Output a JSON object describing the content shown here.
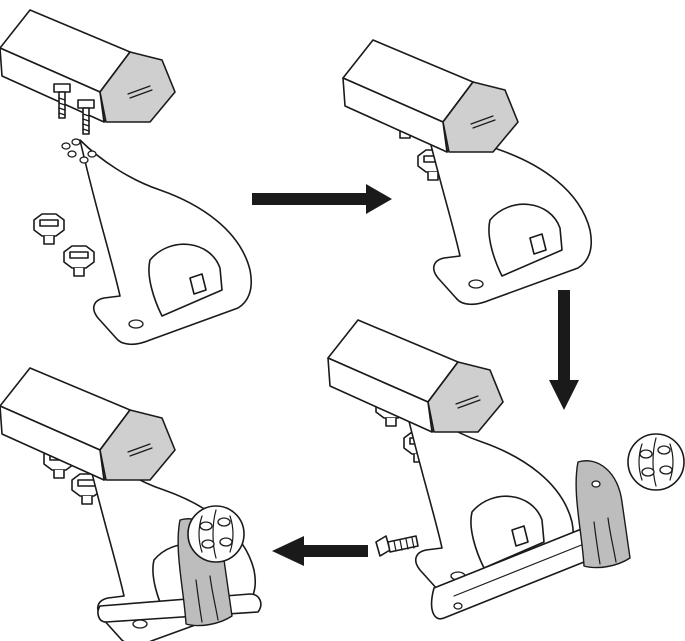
{
  "diagram": {
    "steps": [
      {
        "id": "step-1",
        "description": ""
      },
      {
        "id": "step-2",
        "description": ""
      },
      {
        "id": "step-3",
        "description": ""
      },
      {
        "id": "step-4",
        "description": ""
      }
    ],
    "colors": {
      "line": "#1a1a1a",
      "end_cap": "#cfcfcf",
      "rubber_pad": "#bdbdbd",
      "background": "#ffffff"
    },
    "icons": [
      "arrow-right-icon",
      "arrow-down-icon",
      "arrow-left-icon"
    ]
  }
}
